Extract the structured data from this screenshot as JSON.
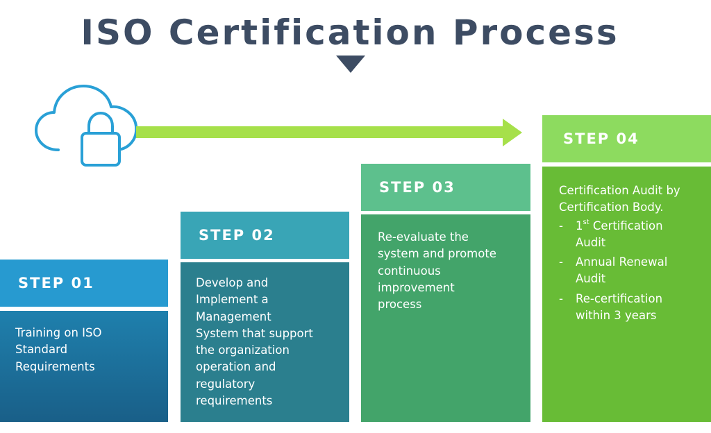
{
  "title": "ISO Certification Process",
  "icons": {
    "cloud_lock": "cloud-lock-icon",
    "flow_arrow": "right-arrow-icon",
    "title_pointer": "down-triangle-icon"
  },
  "colors": {
    "title": "#3d4c63",
    "arrow": "#a6e04a",
    "icon_stroke": "#29a0d6",
    "step1_header": "#279ad0",
    "step1_body": "#1f80ad",
    "step2_header": "#39a5b6",
    "step2_body": "#2b7f8e",
    "step3_header": "#5dc08d",
    "step3_body": "#43a46a",
    "step4_header": "#8ddb5f",
    "step4_body": "#68bc36"
  },
  "steps": [
    {
      "label": "STEP 01",
      "lines": [
        "Training on ISO",
        "Standard",
        "Requirements"
      ]
    },
    {
      "label": "STEP 02",
      "lines": [
        "Develop and",
        "Implement a",
        "Management",
        "System that support",
        "the organization",
        "operation and",
        "regulatory",
        "requirements"
      ]
    },
    {
      "label": "STEP 03",
      "lines": [
        "Re-evaluate the",
        "system and promote",
        "continuous",
        "improvement",
        "process"
      ]
    },
    {
      "label": "STEP 04",
      "intro_lines": [
        "Certification Audit by",
        "Certification Body."
      ],
      "bullet_marker": "-",
      "bullets": [
        {
          "ordinal": "1",
          "ordinal_suffix": "st",
          "line1": " Certification",
          "line2": "Audit"
        },
        {
          "ordinal": "",
          "ordinal_suffix": "",
          "line1": "Annual Renewal",
          "line2": "Audit"
        },
        {
          "ordinal": "",
          "ordinal_suffix": "",
          "line1": "Re-certification",
          "line2": "within 3 years"
        }
      ]
    }
  ]
}
